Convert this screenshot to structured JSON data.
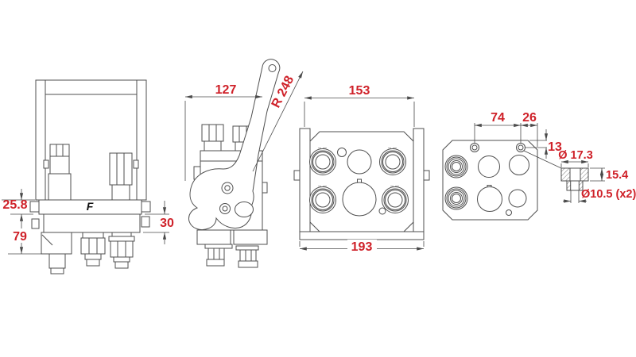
{
  "drawing": {
    "type": "technical-drawing",
    "subject": "hydraulic-valve-orthographic-views",
    "colors": {
      "dimension_text": "#cf2129",
      "line": "#4f4f4f",
      "background": "#ffffff"
    },
    "logo": "F",
    "views": {
      "front": {
        "label": "front-view",
        "dims": {
          "top_section_height": "25.8",
          "lower_section_height": "79",
          "block_height": "30"
        }
      },
      "side": {
        "label": "side-view-with-lever",
        "dims": {
          "body_width": "127",
          "lever_radius": "R 248"
        }
      },
      "port_face": {
        "label": "port-face-view",
        "dims": {
          "plate_width": "153",
          "overall_width": "193"
        }
      },
      "mount_face": {
        "label": "mounting-face-view",
        "dims": {
          "hole_spacing": "74",
          "hole_edge_offset": "26",
          "hole_top_offset": "13"
        }
      },
      "counterbore": {
        "label": "counterbore-hole-detail",
        "dims": {
          "bore_diameter": "Ø 17.3",
          "bore_depth": "15.4",
          "through_hole": "Ø10.5 (x2)"
        }
      }
    }
  }
}
